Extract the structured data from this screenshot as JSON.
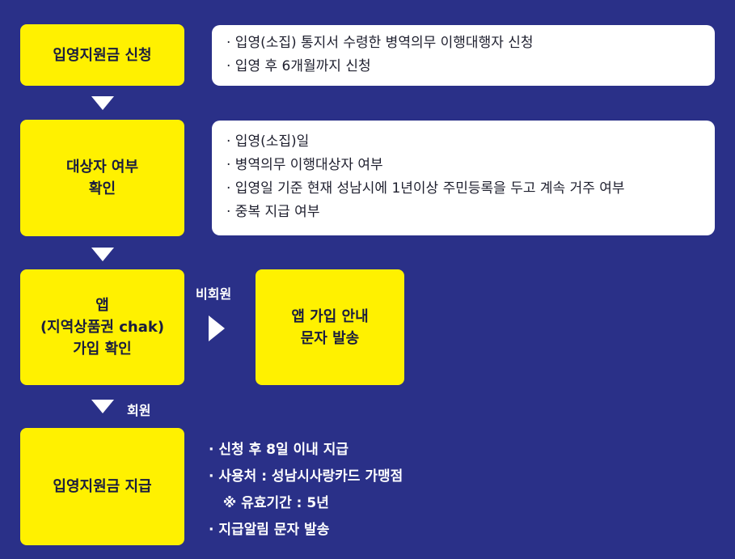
{
  "steps": {
    "apply": {
      "label": "입영지원금 신청"
    },
    "eligibility": {
      "line1": "대상자 여부",
      "line2": "확인"
    },
    "app_check": {
      "line1": "앱",
      "line2": "(지역상품권 chak)",
      "line3": "가입 확인"
    },
    "guide": {
      "line1": "앱 가입 안내",
      "line2": "문자 발송"
    },
    "payment": {
      "label": "입영지원금 지급"
    }
  },
  "apply_info": [
    "· 입영(소집) 통지서 수령한 병역의무 이행대행자 신청",
    "· 입영 후 6개월까지 신청"
  ],
  "eligibility_info": [
    "· 입영(소집)일",
    "· 병역의무 이행대상자 여부",
    "· 입영일 기준 현재 성남시에 1년이상 주민등록을 두고 계속 거주 여부",
    "· 중복 지급 여부"
  ],
  "branch_labels": {
    "non_member": "비회원",
    "member": "회원"
  },
  "payment_info": [
    "· 신청 후 8일 이내 지급",
    "·  사용처 : 성남시사랑카드 가맹점",
    "   ※ 유효기간 : 5년",
    "· 지급알림 문자 발송"
  ],
  "colors": {
    "background": "#2a3088",
    "step_box": "#fff100",
    "info_box": "#ffffff",
    "arrow": "#ffffff"
  }
}
